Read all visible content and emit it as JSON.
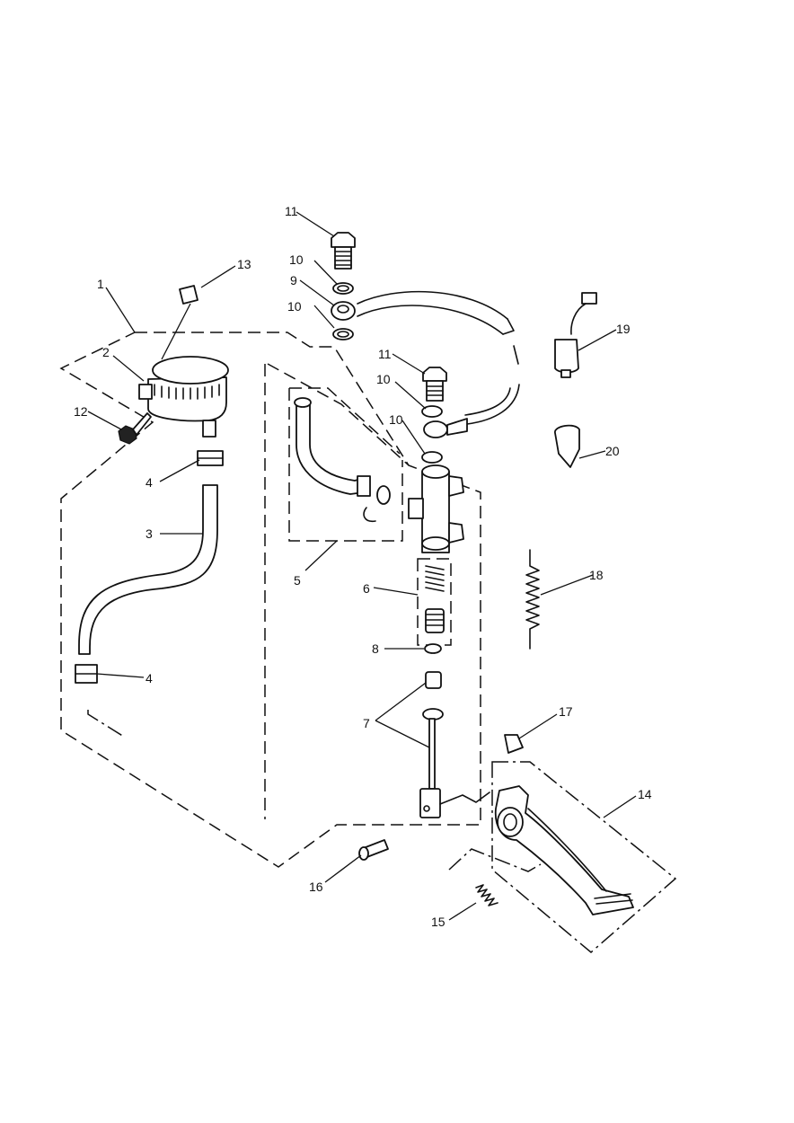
{
  "callouts": {
    "c1": "1",
    "c2": "2",
    "c3": "3",
    "c4a": "4",
    "c4b": "4",
    "c5": "5",
    "c6": "6",
    "c7": "7",
    "c8": "8",
    "c9": "9",
    "c10a": "10",
    "c10b": "10",
    "c10c": "10",
    "c10d": "10",
    "c11a": "11",
    "c11b": "11",
    "c12": "12",
    "c13": "13",
    "c14": "14",
    "c15": "15",
    "c16": "16",
    "c17": "17",
    "c18": "18",
    "c19": "19",
    "c20": "20"
  }
}
